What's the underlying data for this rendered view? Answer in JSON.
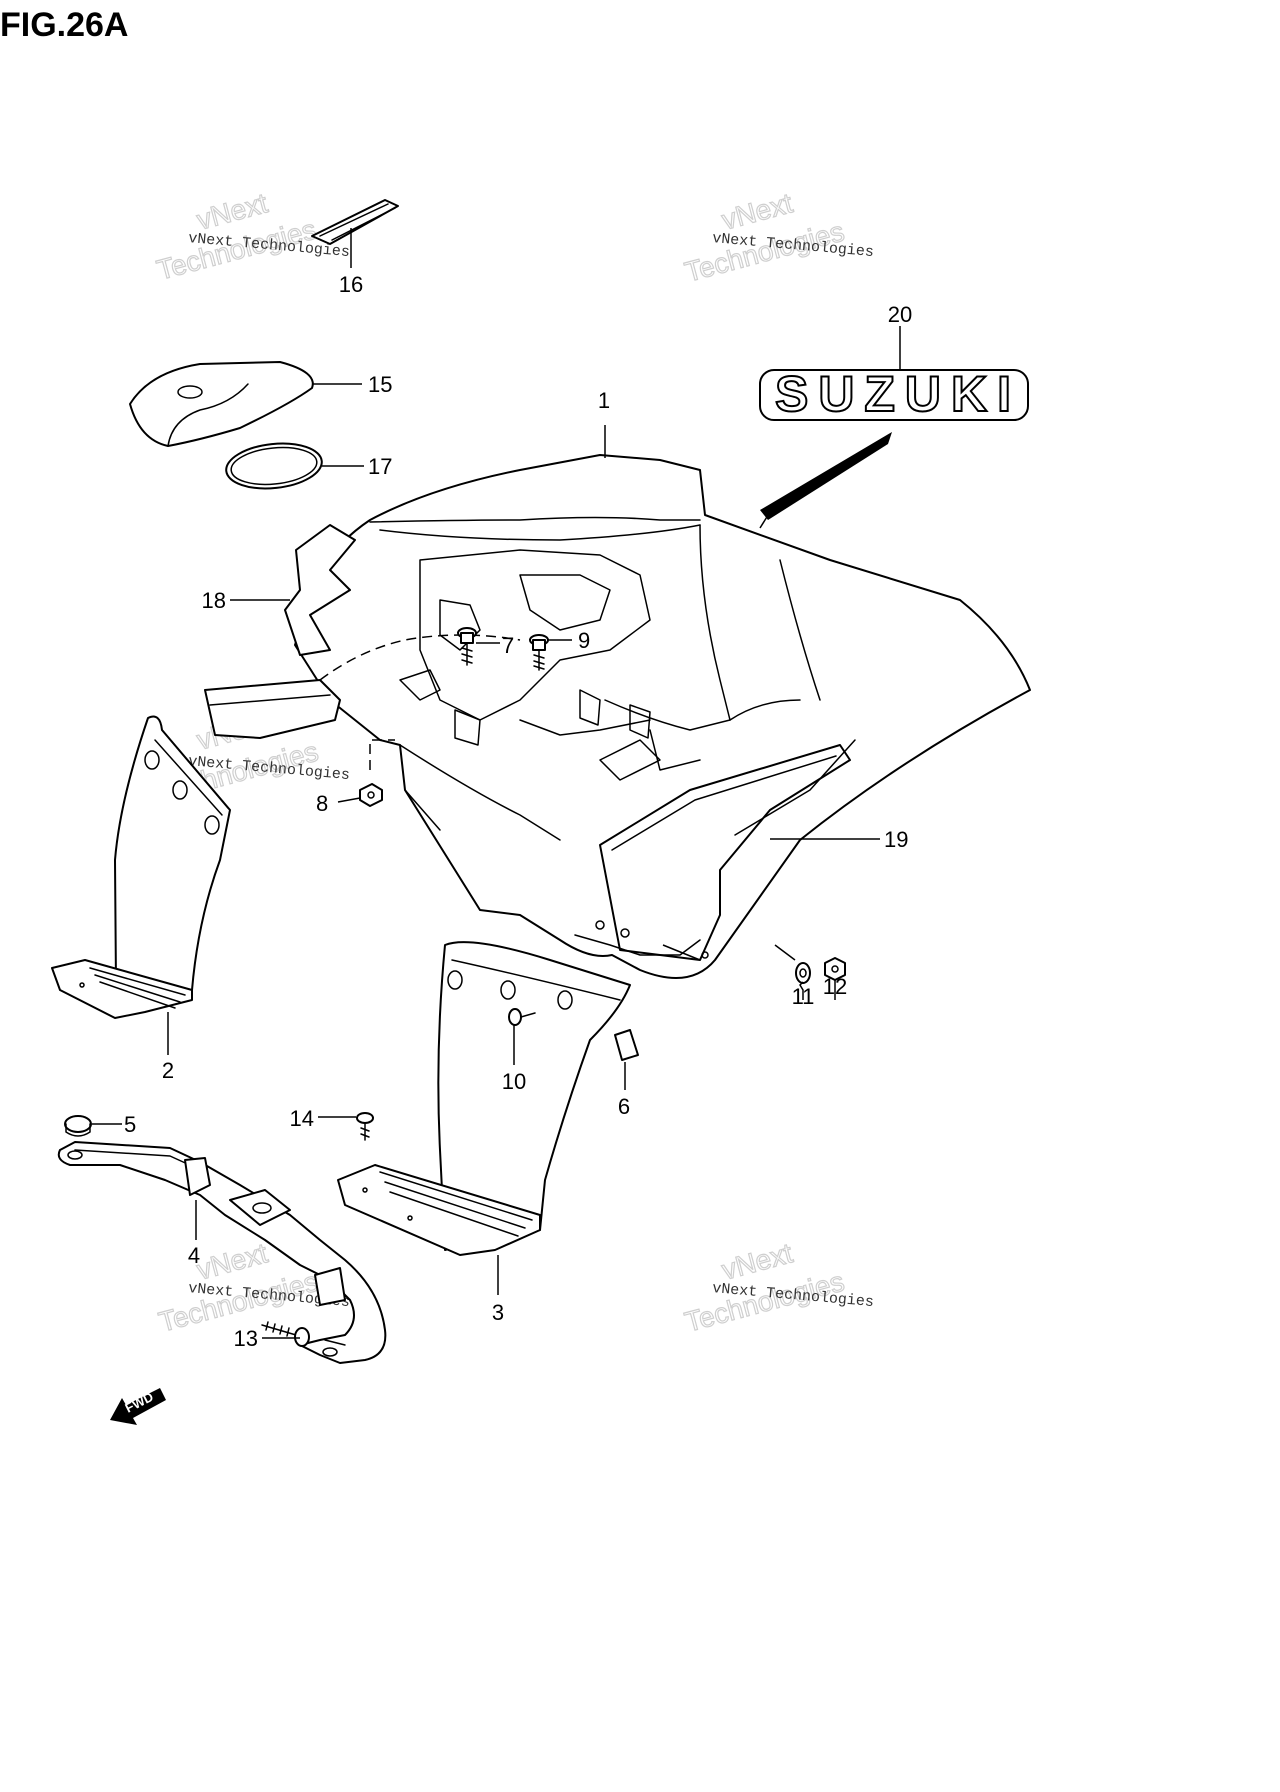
{
  "figure": {
    "title": "FIG.26A"
  },
  "watermark": {
    "small": "vNext Technologies",
    "large_top": "vNext",
    "large_bottom": "Technologies"
  },
  "logo": {
    "text": "SUZUKI"
  },
  "fwd": {
    "text": "FWD"
  },
  "callouts": [
    "1",
    "2",
    "3",
    "4",
    "5",
    "6",
    "7",
    "8",
    "9",
    "10",
    "11",
    "12",
    "13",
    "14",
    "15",
    "16",
    "17",
    "18",
    "19",
    "20"
  ]
}
